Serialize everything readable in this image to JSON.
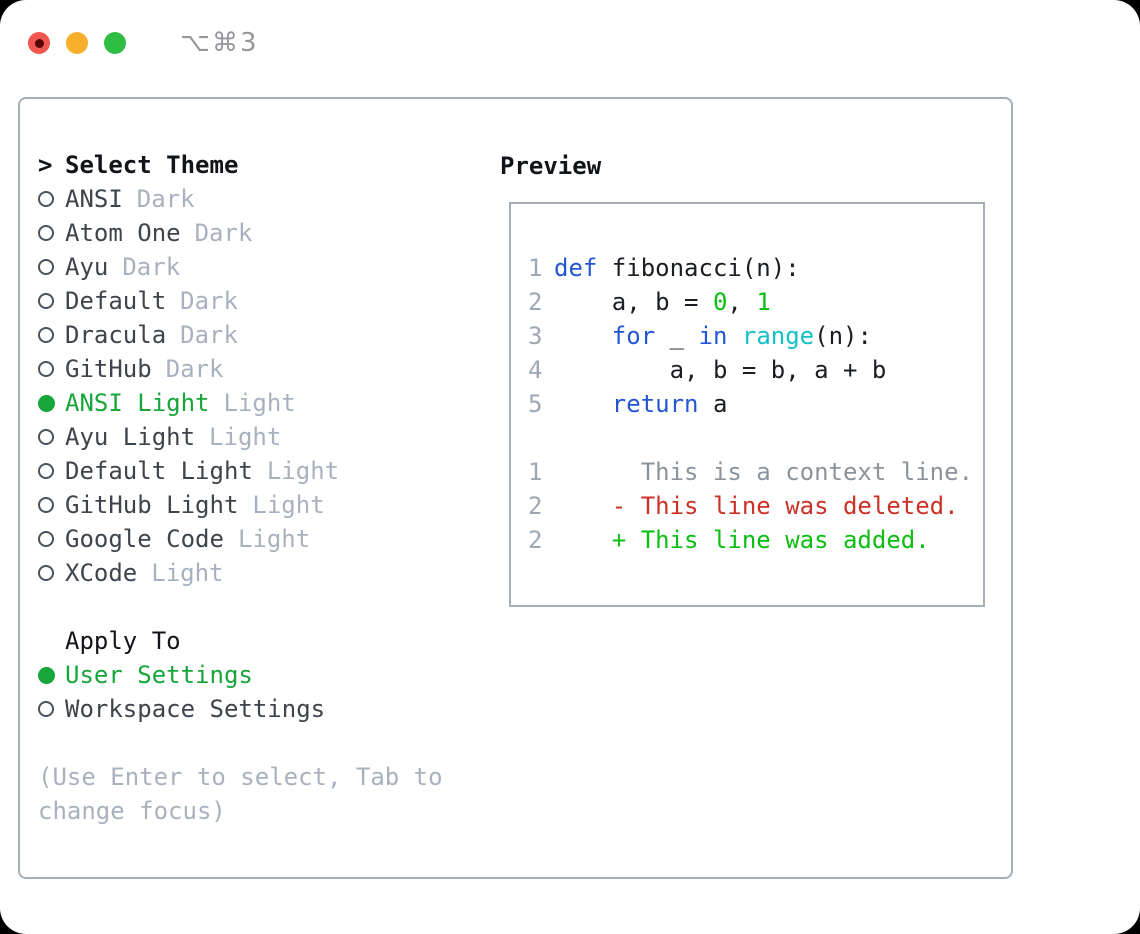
{
  "titlebar": {
    "shortcut": "⌥⌘3"
  },
  "theme_panel": {
    "header": {
      "cursor": ">",
      "label": "Select Theme"
    },
    "themes": [
      {
        "name": "ANSI",
        "variant": "Dark",
        "selected": false
      },
      {
        "name": "Atom One",
        "variant": "Dark",
        "selected": false
      },
      {
        "name": "Ayu",
        "variant": "Dark",
        "selected": false
      },
      {
        "name": "Default",
        "variant": "Dark",
        "selected": false
      },
      {
        "name": "Dracula",
        "variant": "Dark",
        "selected": false
      },
      {
        "name": "GitHub",
        "variant": "Dark",
        "selected": false
      },
      {
        "name": "ANSI Light",
        "variant": "Light",
        "selected": true
      },
      {
        "name": "Ayu Light",
        "variant": "Light",
        "selected": false
      },
      {
        "name": "Default Light",
        "variant": "Light",
        "selected": false
      },
      {
        "name": "GitHub Light",
        "variant": "Light",
        "selected": false
      },
      {
        "name": "Google Code",
        "variant": "Light",
        "selected": false
      },
      {
        "name": "XCode",
        "variant": "Light",
        "selected": false
      }
    ],
    "apply_to": {
      "label": "Apply To",
      "options": [
        {
          "label": "User Settings",
          "selected": true
        },
        {
          "label": "Workspace Settings",
          "selected": false
        }
      ]
    },
    "help_text": "(Use Enter to select, Tab to change focus)"
  },
  "preview": {
    "title": "Preview",
    "lines": [
      {
        "num": "1",
        "segs": [
          {
            "c": "kw",
            "t": "def"
          },
          {
            "c": "plain",
            "t": " fibonacci(n):"
          }
        ]
      },
      {
        "num": "2",
        "segs": [
          {
            "c": "plain",
            "t": "    a, b = "
          },
          {
            "c": "num",
            "t": "0"
          },
          {
            "c": "plain",
            "t": ", "
          },
          {
            "c": "num",
            "t": "1"
          }
        ]
      },
      {
        "num": "3",
        "segs": [
          {
            "c": "plain",
            "t": "    "
          },
          {
            "c": "kw",
            "t": "for"
          },
          {
            "c": "plain",
            "t": " _ "
          },
          {
            "c": "kw",
            "t": "in"
          },
          {
            "c": "plain",
            "t": " "
          },
          {
            "c": "builtin",
            "t": "range"
          },
          {
            "c": "plain",
            "t": "(n):"
          }
        ]
      },
      {
        "num": "4",
        "segs": [
          {
            "c": "plain",
            "t": "        a, b = b, a + b"
          }
        ]
      },
      {
        "num": "5",
        "segs": [
          {
            "c": "plain",
            "t": "    "
          },
          {
            "c": "kw",
            "t": "return"
          },
          {
            "c": "plain",
            "t": " a"
          }
        ]
      },
      {
        "num": "",
        "segs": []
      },
      {
        "num": "1",
        "segs": [
          {
            "c": "ctx",
            "t": "      This is a context line."
          }
        ]
      },
      {
        "num": "2",
        "segs": [
          {
            "c": "del",
            "t": "    - This line was deleted."
          }
        ]
      },
      {
        "num": "2",
        "segs": [
          {
            "c": "add",
            "t": "    + This line was added."
          }
        ]
      }
    ]
  },
  "colors": {
    "accent_green": "#17a63a",
    "bright_green": "#0cbe12",
    "red": "#cb3127",
    "blue": "#2355d4",
    "cyan": "#14c0c6",
    "code_plain": "#1a1e23",
    "text_dark": "#111418",
    "text_body": "#3e444c",
    "muted": "#a8b2bf",
    "muted2": "#8b939b",
    "linenum": "#9ca8b4",
    "border": "#a6aeb8",
    "shortcut_gray": "#97989c",
    "tl_red": "#f2574f",
    "tl_yellow": "#f7b02c",
    "tl_green": "#2fbe41",
    "tl_red_dot": "#550503"
  }
}
